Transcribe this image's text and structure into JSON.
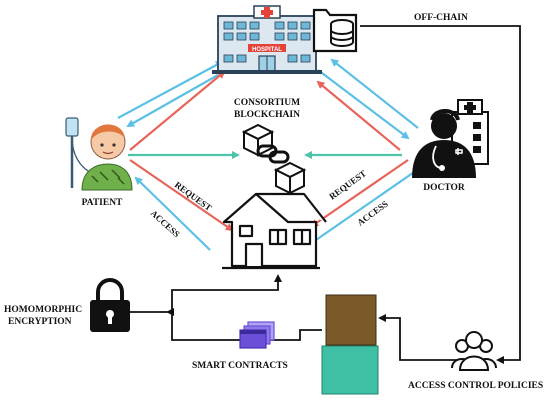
{
  "labels": {
    "off_chain": "OFF-CHAIN",
    "consortium_line1": "CONSORTIUM",
    "consortium_line2": "BLOCKCHAIN",
    "patient": "PATIENT",
    "doctor": "DOCTOR",
    "request_left": "REQUEST",
    "access_left": "ACCESS",
    "request_right": "REQUEST",
    "access_right": "ACCESS",
    "homomorphic_line1": "HOMOMORPHIC",
    "homomorphic_line2": "ENCRYPTION",
    "smart_contracts": "SMART CONTRACTS",
    "access_control_policies": "ACCESS CONTROL POLICIES",
    "hospital_sign": "HOSPITAL"
  },
  "icons": {
    "hospital": "hospital-icon",
    "database": "database-folder-icon",
    "patient": "patient-icon",
    "doctor": "doctor-icon",
    "blockchain": "blockchain-chain-icon",
    "house": "house-icon",
    "lock": "padlock-icon",
    "smart_contracts": "smart-contract-windows-icon",
    "access_control": "user-group-icon"
  },
  "colors": {
    "blue_arrow": "#5bbfe6",
    "red_arrow": "#e8645a",
    "teal_arrow": "#4ec3a8",
    "black_line": "#111111",
    "brown_block": "#7b5a2a",
    "teal_block": "#3fbfa3",
    "purple_icon": "#6b4fd8"
  }
}
